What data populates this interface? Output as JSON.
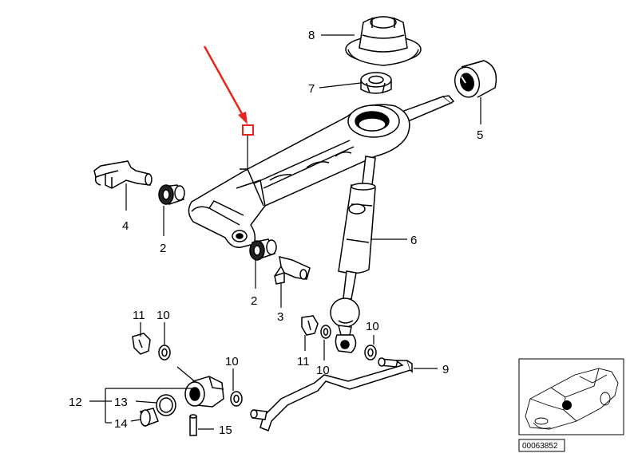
{
  "diagram": {
    "callouts": {
      "c1": "8",
      "c2": "7",
      "c3": "5",
      "c4": "4",
      "c5": "2",
      "c6": "6",
      "c7": "2",
      "c8": "3",
      "c9": "11",
      "c10": "10",
      "c11": "10",
      "c12": "11",
      "c13": "10",
      "c14": "9",
      "c15": "10",
      "c16": "12",
      "c17": "13",
      "c18": "14",
      "c19": "15"
    },
    "inset": {
      "reference_code": "00063852"
    },
    "colors": {
      "arrow": "#e8251c",
      "ink": "#000000",
      "part_fill": "#ffffff"
    },
    "pointer_target_part": "selector lever"
  }
}
